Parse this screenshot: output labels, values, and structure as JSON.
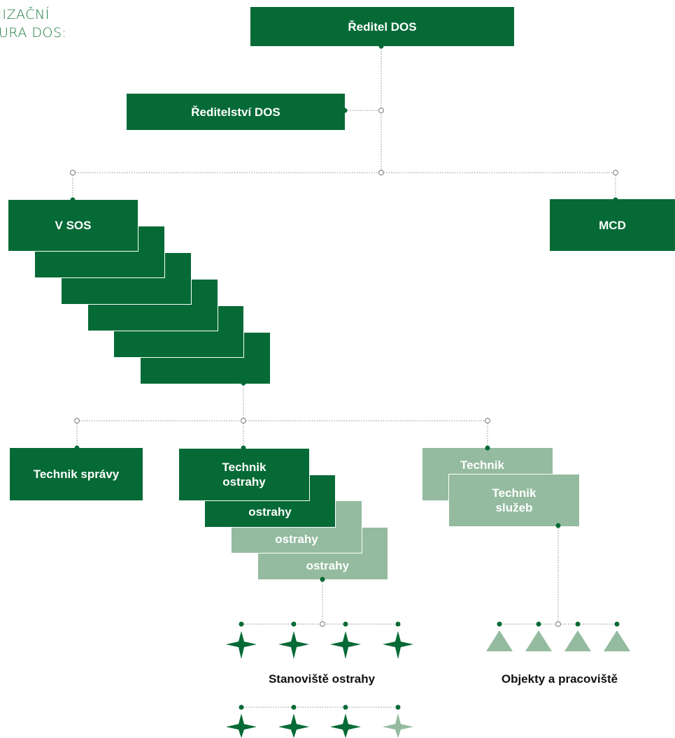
{
  "heading": "GANIZAČNÍ\nUKTURA DOS:",
  "colors": {
    "dark_green": "#056a36",
    "light_green": "#94bb9f",
    "connector": "#8c8c8c"
  },
  "nodes": {
    "director": "Ředitel DOS",
    "directorate": "Ředitelství DOS",
    "v_sos": "V SOS",
    "mcd": "MCD",
    "technik_spravy": "Technik správy",
    "technik_ostrahy": "Technik\nostrahy",
    "ostrahy_1": "ostrahy",
    "ostrahy_2": "ostrahy",
    "ostrahy_3": "ostrahy",
    "technik_back": "Technik",
    "technik_sluzeb": "Technik\nslužeb"
  },
  "captions": {
    "guard_posts": "Stanoviště ostrahy",
    "objects": "Objekty a pracoviště"
  },
  "icons": {
    "guard_post_icon": "four-point-star-icon",
    "object_icon": "triangle-icon"
  }
}
